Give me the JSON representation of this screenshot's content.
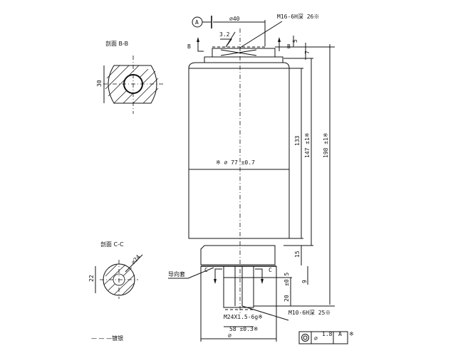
{
  "section_bb": {
    "title": "剖面 B-B",
    "dim_height": "30"
  },
  "section_cc": {
    "title": "剖面 C-C",
    "dim_height": "22",
    "dim_diameter": "⌀24"
  },
  "legend": {
    "label": "— — —镀银"
  },
  "top": {
    "datum": "A",
    "dia40": "⌀40",
    "roughness": "3.2",
    "thread_callout": "M16-6H深 26※",
    "section_mark_b_left": "B",
    "section_mark_b_right": "B",
    "dim_5": "5",
    "dim_7": "7"
  },
  "body": {
    "diameter": "※ ⌀ 77 ±0.7",
    "dim_133": "133",
    "dim_147": "147 ±1※",
    "dim_198": "198 ±1※",
    "dim_15": "15"
  },
  "bottom": {
    "guide_sleeve": "导向套",
    "section_mark_c_left": "C",
    "section_mark_c_right": "C",
    "dim_05": "±0.5",
    "dim_20": "20",
    "dim_9": "9",
    "thread_m24": "M24X1.5-6g※",
    "thread_m10": "M10-6H深 25※",
    "dim_58": "58 ±0.3※",
    "bottom_dia": "⌀",
    "tolerance_frame": {
      "symbol": "◎",
      "dia": "⌀",
      "value": "1.8",
      "datum": "A",
      "mark": "※"
    }
  }
}
